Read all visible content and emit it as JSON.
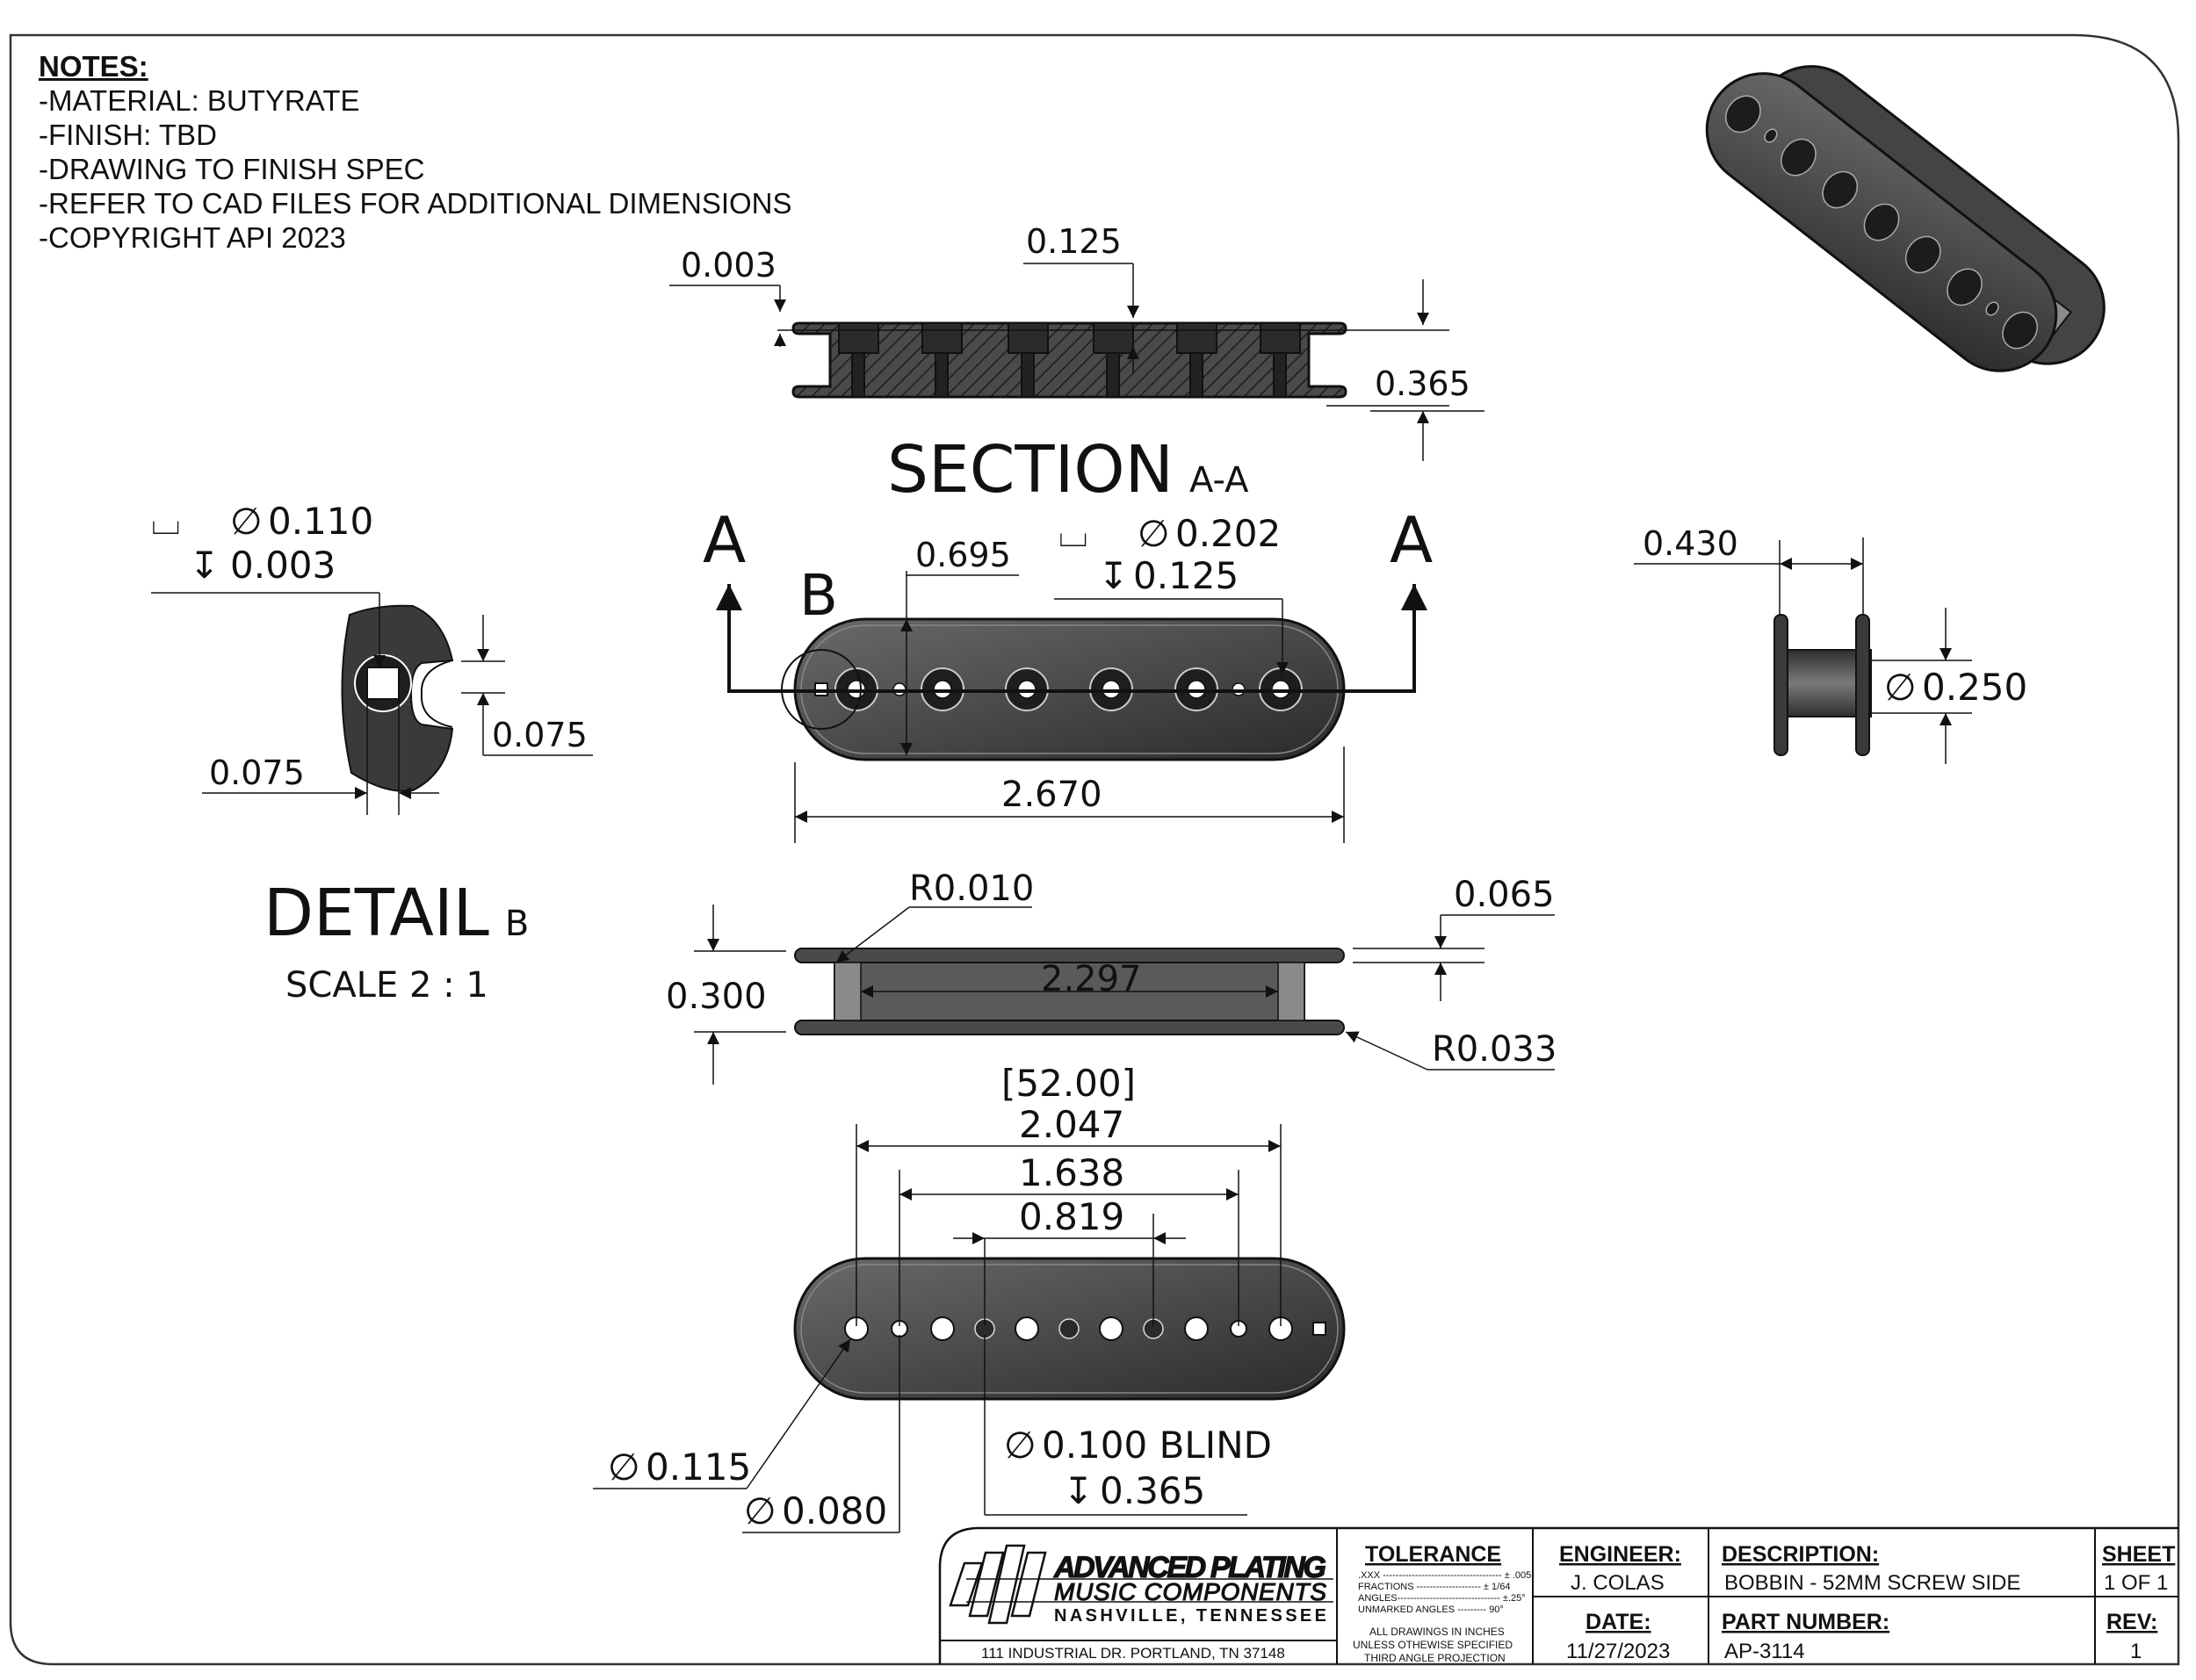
{
  "notes": {
    "title": "NOTES:",
    "lines": [
      "-MATERIAL: BUTYRATE",
      "-FINISH: TBD",
      "-DRAWING TO FINISH SPEC",
      "-REFER TO CAD FILES FOR ADDITIONAL DIMENSIONS",
      "-COPYRIGHT API 2023"
    ]
  },
  "section": {
    "title": "SECTION",
    "suffix": "A-A",
    "dims": {
      "offset": "0.003",
      "slot": "0.125",
      "height": "0.365"
    }
  },
  "cut_markers": {
    "left": "A",
    "right": "A",
    "detail": "B"
  },
  "top_view": {
    "length": "2.670",
    "width": "0.695",
    "hole_dia": "0.202",
    "hole_depth": "0.125"
  },
  "detail": {
    "title": "DETAIL",
    "suffix": "B",
    "scale": "SCALE 2 : 1",
    "hole_dia": "0.110",
    "hole_depth": "0.003",
    "square": "0.075",
    "slot": "0.075"
  },
  "side_view": {
    "width": "0.430",
    "core_dia": "0.250"
  },
  "front_view": {
    "corner_r1": "R0.010",
    "flange": "0.065",
    "height": "0.300",
    "inner": "2.297",
    "corner_r2": "R0.033"
  },
  "bottom_view": {
    "metric": "[52.00]",
    "spacing_outer": "2.047",
    "spacing_mid": "1.638",
    "spacing_inner": "0.819",
    "hole_large": "0.115",
    "hole_small": "0.080",
    "blind": "0.100 BLIND",
    "blind_depth": "0.365"
  },
  "symbols": {
    "diameter": "∅",
    "depth": "↧",
    "counterbore": "⌴"
  },
  "title_block": {
    "company_line1": "ADVANCED PLATING",
    "company_line2": "MUSIC COMPONENTS",
    "company_line3": "NASHVILLE, TENNESSEE",
    "address": "111 INDUSTRIAL DR. PORTLAND, TN 37148",
    "tolerance_label": "TOLERANCE",
    "tol_xxx": ".XXX ------------------------------------- ± .005",
    "tol_fractions": "FRACTIONS -------------------- ± 1/64",
    "tol_angles": "ANGLES-------------------------------- ±.25°",
    "tol_unmarked": "UNMARKED ANGLES --------- 90°",
    "units_note_1": "ALL DRAWINGS IN INCHES",
    "units_note_2": "UNLESS OTHEWISE SPECIFIED",
    "projection": "THIRD ANGLE PROJECTION",
    "engineer_label": "ENGINEER:",
    "engineer": "J. COLAS",
    "date_label": "DATE:",
    "date": "11/27/2023",
    "description_label": "DESCRIPTION:",
    "description": "BOBBIN - 52MM SCREW SIDE",
    "part_label": "PART NUMBER:",
    "part_number": "AP-3114",
    "sheet_label": "SHEET",
    "sheet": "1 OF 1",
    "rev_label": "REV:",
    "rev": "1"
  }
}
